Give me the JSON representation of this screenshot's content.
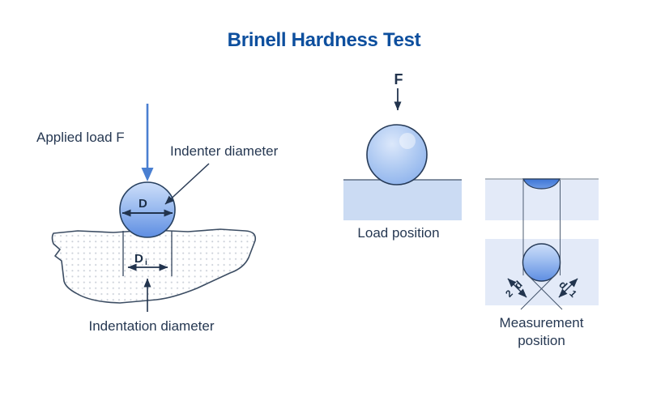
{
  "title": "Brinell Hardness Test",
  "colors": {
    "title_blue": "#0d4f9e",
    "label_dark": "#263852",
    "arrow_dark": "#22344e",
    "load_arrow_blue": "#4a7fd1",
    "ball_gradient_top": "#cddef9",
    "ball_gradient_bottom": "#5e8ee2",
    "surface_blue": "#cbdbf3",
    "band_light_blue": "#e3eaf8",
    "dome_blue": "#5286dd"
  },
  "left_diagram": {
    "applied_load_label": "Applied load F",
    "indenter_diameter_label": "Indenter diameter",
    "indentation_diameter_label": "Indentation diameter",
    "indenter_symbol": "D",
    "indentation_symbol": "D",
    "indentation_symbol_sub": "i"
  },
  "middle_diagram": {
    "force_symbol": "F",
    "caption": "Load position"
  },
  "right_diagram": {
    "caption_line1": "Measurement",
    "caption_line2": "position",
    "d_symbol_left": "d",
    "d_sub_left": "2",
    "d_symbol_right": "d",
    "d_sub_right": "1"
  }
}
